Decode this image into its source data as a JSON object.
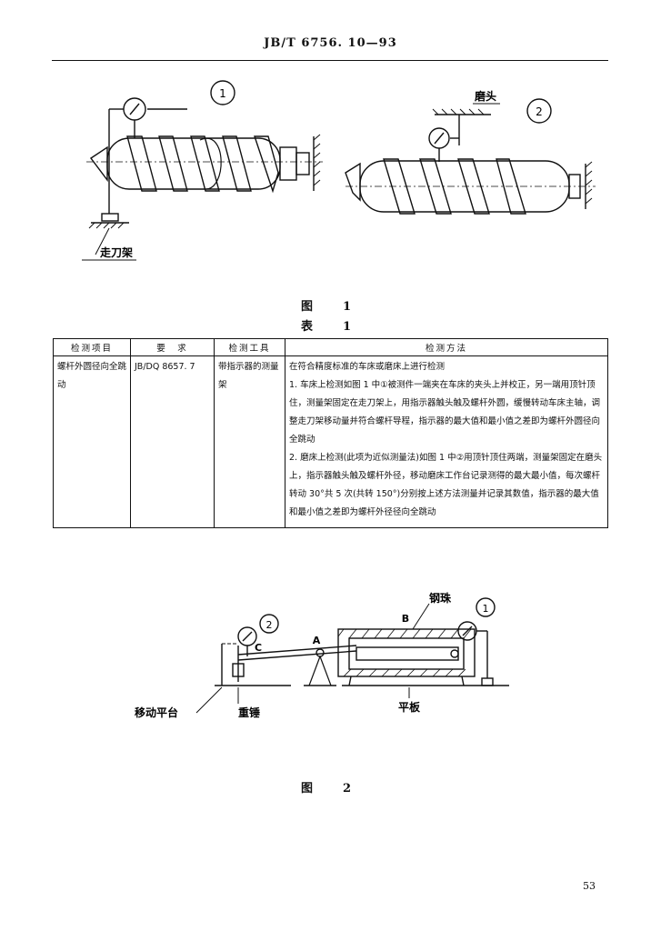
{
  "header": {
    "standard": "JB/T 6756. 10—93"
  },
  "figure1": {
    "marker1": "1",
    "marker2": "2",
    "label_tool_carriage": "走刀架",
    "label_grinding_head": "磨头",
    "caption": "图　1"
  },
  "table": {
    "caption": "表　1",
    "headers": [
      "检测项目",
      "要　求",
      "检测工具",
      "检测方法"
    ],
    "rows": [
      {
        "item": "螺杆外圆径向全跳动",
        "requirement": "JB/DQ 8657. 7",
        "tool": "带指示器的测量架",
        "method_intro": "在符合精度标准的车床或磨床上进行检测",
        "method_1": "1. 车床上检测如图 1 中①被测件一端夹在车床的夹头上并校正，另一端用顶针顶住，测量架固定在走刀架上，用指示器触头触及螺杆外圆，缓慢转动车床主轴，调整走刀架移动量并符合螺杆导程，指示器的最大值和最小值之差即为螺杆外圆径向全跳动",
        "method_2": "2. 磨床上检测(此项为近似测量法)如图 1 中②用顶针顶住两端，测量架固定在磨头上，指示器触头触及螺杆外径，移动磨床工作台记录测得的最大最小值，每次螺杆转动 30°共 5 次(共转 150°)分别按上述方法测量并记录其数值，指示器的最大值和最小值之差即为螺杆外径径向全跳动"
      }
    ]
  },
  "figure2": {
    "label_steel_ball": "钢珠",
    "marker1": "1",
    "marker2": "2",
    "point_a": "A",
    "point_b": "B",
    "point_c": "C",
    "label_moving_platform": "移动平台",
    "label_weight": "重锤",
    "label_flat_plate": "平板",
    "caption": "图　2"
  },
  "page_number": "53"
}
